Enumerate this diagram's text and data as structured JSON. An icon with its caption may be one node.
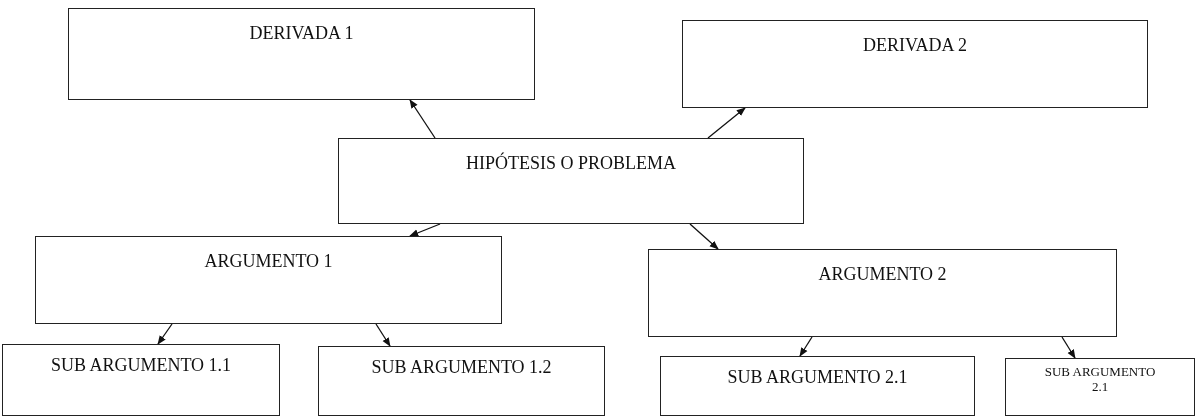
{
  "diagram": {
    "nodes": [
      {
        "text": [
          "DERIVADA 1"
        ]
      },
      {
        "text": [
          "DERIVADA 2"
        ]
      },
      {
        "text": [
          "HIPÓTESIS O PROBLEMA"
        ]
      },
      {
        "text": [
          "ARGUMENTO 1"
        ]
      },
      {
        "text": [
          "ARGUMENTO 2"
        ]
      },
      {
        "text": [
          "SUB ARGUMENTO 1.1"
        ]
      },
      {
        "text": [
          "SUB ARGUMENTO 1.2"
        ]
      },
      {
        "text": [
          "SUB ARGUMENTO 2.1"
        ]
      },
      {
        "text": [
          "SUB ARGUMENTO 2.1"
        ]
      }
    ],
    "edges": [
      {
        "from": 2,
        "to": 0,
        "arrow": "to"
      },
      {
        "from": 2,
        "to": 1,
        "arrow": "to"
      },
      {
        "from": 2,
        "to": 3,
        "arrow": "to"
      },
      {
        "from": 2,
        "to": 4,
        "arrow": "to"
      },
      {
        "from": 3,
        "to": 5,
        "arrow": "to"
      },
      {
        "from": 3,
        "to": 6,
        "arrow": "to"
      },
      {
        "from": 4,
        "to": 7,
        "arrow": "to"
      },
      {
        "from": 4,
        "to": 8,
        "arrow": "to"
      }
    ]
  }
}
